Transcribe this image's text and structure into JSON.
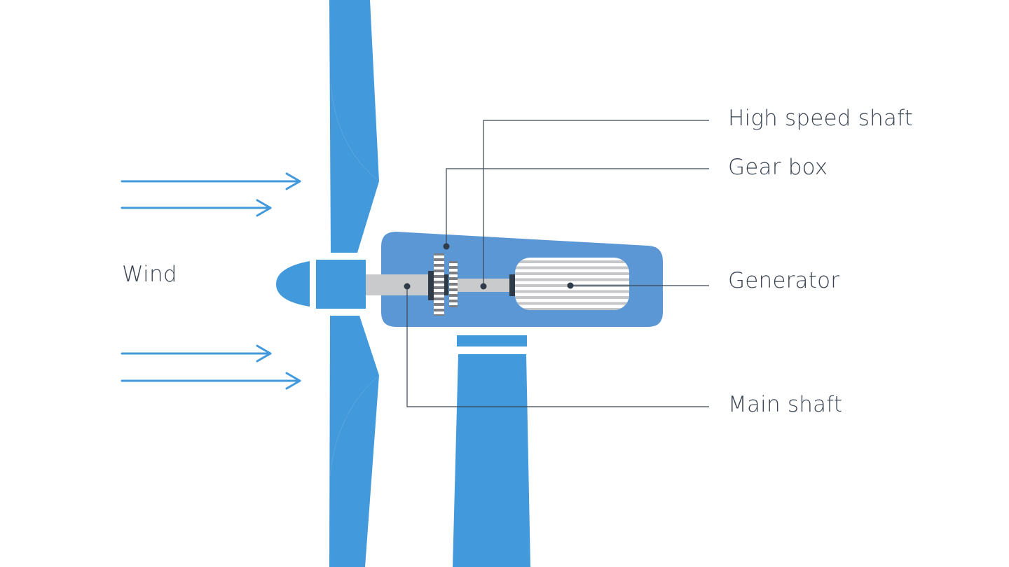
{
  "diagram": {
    "title": "Wind turbine components",
    "wind_label": "Wind",
    "labels": {
      "high_speed_shaft": "High speed shaft",
      "gear_box": "Gear box",
      "generator": "Generator",
      "main_shaft": "Main shaft"
    },
    "colors": {
      "blade": "#4299db",
      "nacelle": "#5b97d4",
      "shaft": "#c8cacc",
      "coupling": "#2f3b49",
      "gear_dark": "#7b7e82",
      "gear_light": "#ffffff",
      "generator_stripe": "#c4c6c8",
      "leader_line": "#3a4452",
      "text": "#3a4452"
    }
  }
}
